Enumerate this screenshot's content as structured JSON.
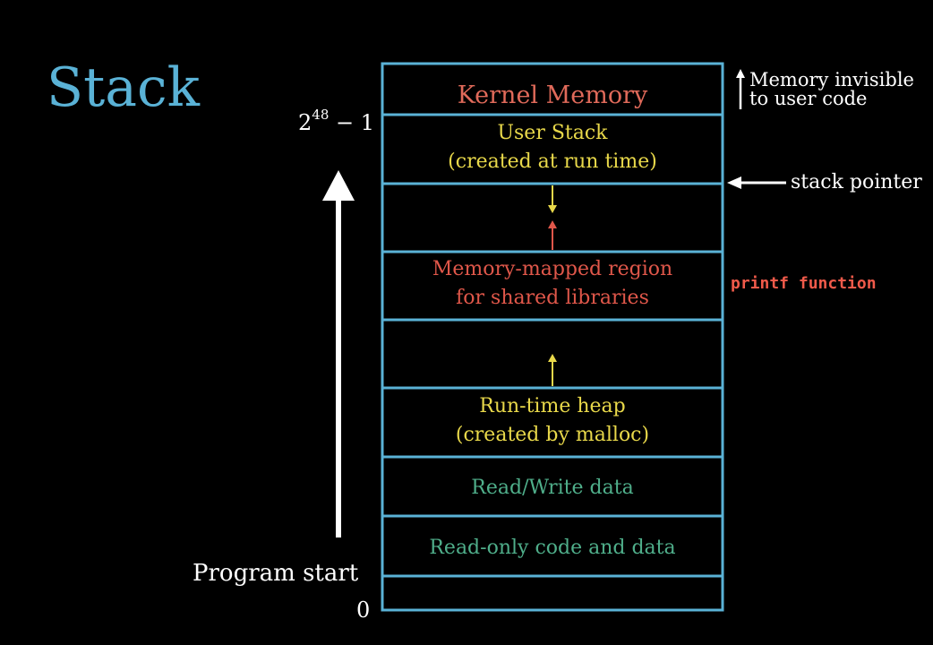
{
  "title": "Stack",
  "colors": {
    "box_border": "#5ab2d6",
    "title": "#5ab2d6",
    "kernel": "#e06a5a",
    "yellow": "#e8d84a",
    "red": "#e0574a",
    "green": "#4fae8a",
    "printf": "#f05a4a",
    "white": "#ffffff"
  },
  "axis": {
    "top_label_base": "2",
    "top_label_exp": "48",
    "top_label_suffix": " − 1",
    "bottom_label": "0",
    "program_start": "Program start"
  },
  "regions": {
    "kernel": "Kernel Memory",
    "user_stack_line1": "User Stack",
    "user_stack_line2": "(created at run time)",
    "mmap_line1": "Memory-mapped region",
    "mmap_line2": "for shared libraries",
    "heap_line1": "Run-time heap",
    "heap_line2": "(created by malloc)",
    "rw_data": "Read/Write data",
    "ro_code": "Read-only code and data"
  },
  "annotations": {
    "invisible_line1": "Memory invisible",
    "invisible_line2": "to user code",
    "stack_pointer": "stack pointer",
    "printf": "printf function"
  }
}
